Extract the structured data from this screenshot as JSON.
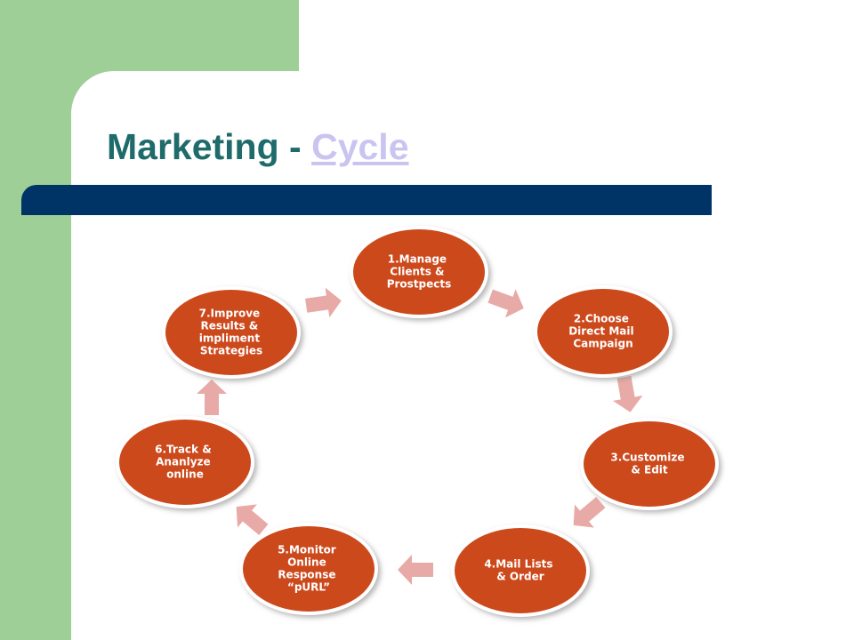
{
  "title": {
    "main": "Marketing - ",
    "link": "Cycle"
  },
  "colors": {
    "node_fill": "#cc4a1f",
    "arrow_fill": "#e8aaa6",
    "title_color": "#1f6b6b",
    "bar_color": "#003366",
    "green": "#9ecf96"
  },
  "cycle": {
    "steps": [
      {
        "lines": [
          "1.Manage",
          "Clients &",
          "Prostpects"
        ]
      },
      {
        "lines": [
          "2.Choose",
          "Direct Mail",
          "Campaign"
        ]
      },
      {
        "lines": [
          "3.Customize",
          "& Edit"
        ]
      },
      {
        "lines": [
          "4.Mail Lists",
          "& Order"
        ]
      },
      {
        "lines": [
          "5.Monitor",
          "Online",
          "Response",
          "“pURL”"
        ]
      },
      {
        "lines": [
          "6.Track &",
          "Ananlyze",
          "online"
        ]
      },
      {
        "lines": [
          "7.Improve",
          "Results &",
          "impliment",
          "Strategies"
        ]
      }
    ]
  }
}
